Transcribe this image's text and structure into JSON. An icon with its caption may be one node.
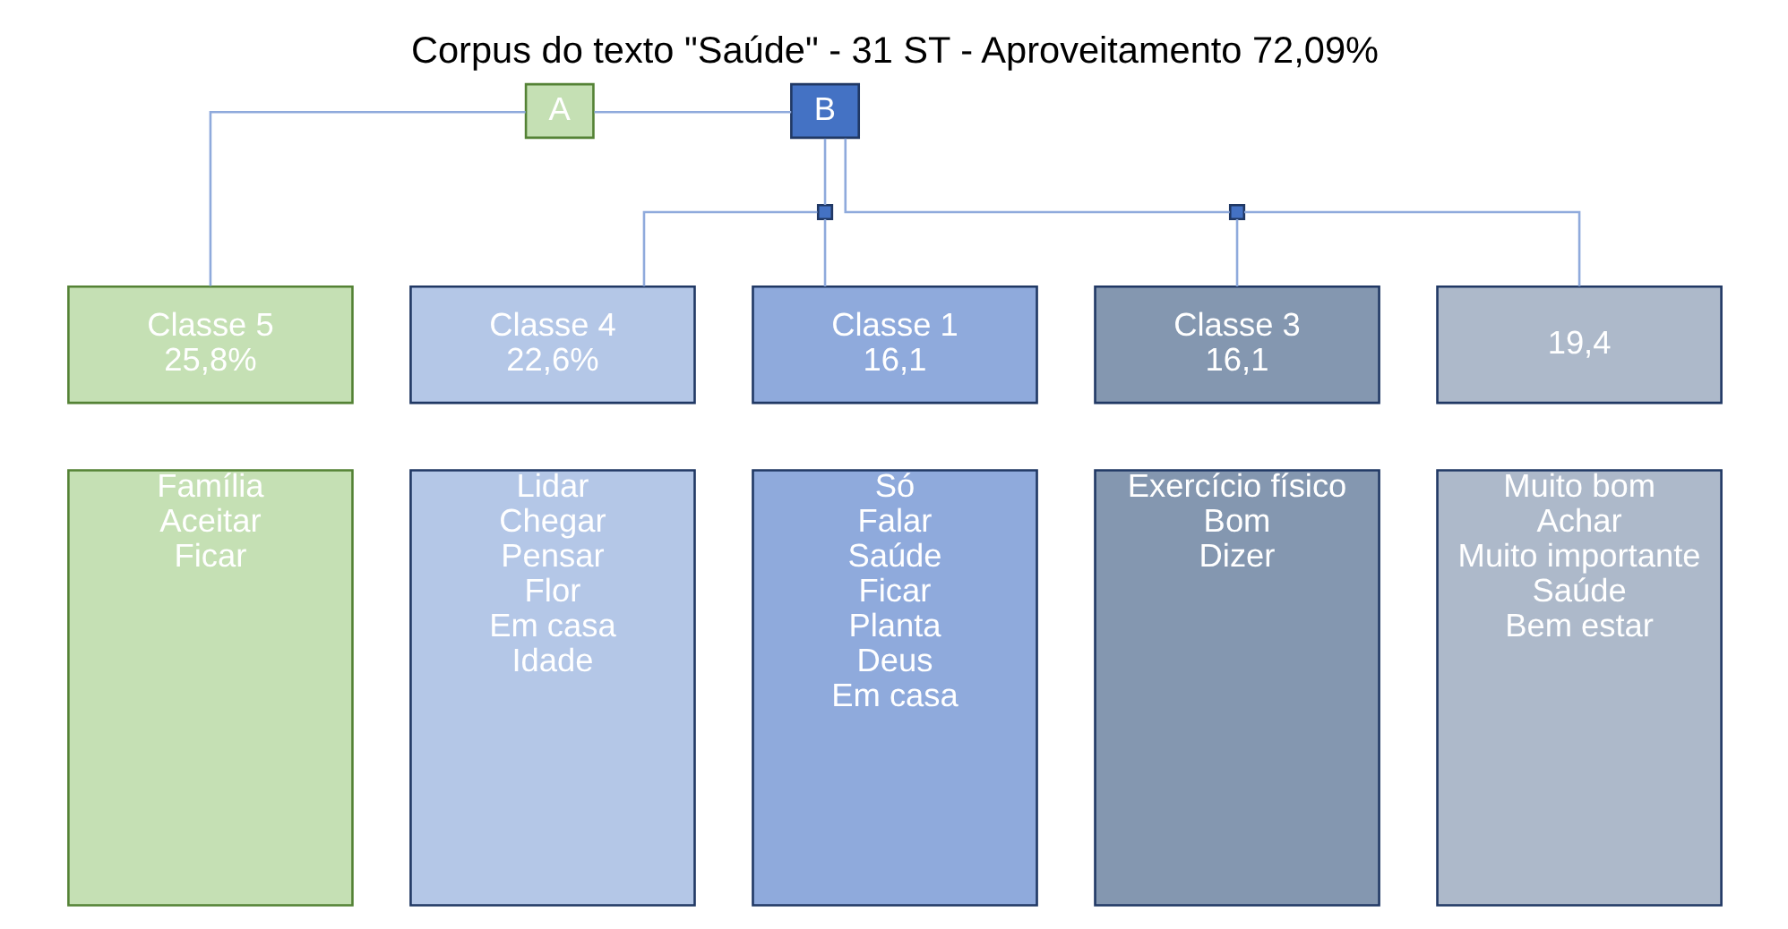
{
  "diagram": {
    "title": "Corpus do texto \"Saúde\" - 31 ST - Aproveitamento 72,09%",
    "nodes": [
      {
        "text": [
          "A"
        ]
      },
      {
        "text": [
          "B"
        ]
      },
      {
        "text": [
          "Classe 5",
          "25,8%"
        ]
      },
      {
        "text": [],
        "shape": "box"
      },
      {
        "text": [
          "Classe 4",
          "22,6%"
        ]
      },
      {
        "text": [
          "Classe 1",
          "16,1"
        ]
      },
      {
        "text": [],
        "shape": "box"
      },
      {
        "text": [
          "Classe 3",
          "16,1"
        ]
      },
      {
        "text": [
          "19,4"
        ]
      },
      {
        "text": [
          "Família",
          "Aceitar",
          "Ficar"
        ]
      },
      {
        "text": [
          "Lidar",
          "Chegar",
          "Pensar",
          "Flor",
          "Em casa",
          "Idade"
        ]
      },
      {
        "text": [
          "Só",
          "Falar",
          "Saúde",
          "Ficar",
          "Planta",
          "Deus",
          "Em casa"
        ]
      },
      {
        "text": [
          "Exercício físico",
          "Bom",
          "Dizer"
        ]
      },
      {
        "text": [
          "Muito bom",
          "Achar",
          "Muito importante",
          "Saúde",
          "Bem estar"
        ]
      }
    ],
    "edges": [
      {
        "from": 0,
        "to": 1,
        "arrow": "none"
      },
      {
        "from": 0,
        "to": 2,
        "arrow": "none"
      },
      {
        "from": 1,
        "to": 3,
        "arrow": "none"
      },
      {
        "from": 3,
        "to": 4,
        "arrow": "none"
      },
      {
        "from": 3,
        "to": 5,
        "arrow": "none"
      },
      {
        "from": 1,
        "to": 6,
        "arrow": "none"
      },
      {
        "from": 6,
        "to": 7,
        "arrow": "none"
      },
      {
        "from": 6,
        "to": 8,
        "arrow": "none"
      }
    ]
  }
}
